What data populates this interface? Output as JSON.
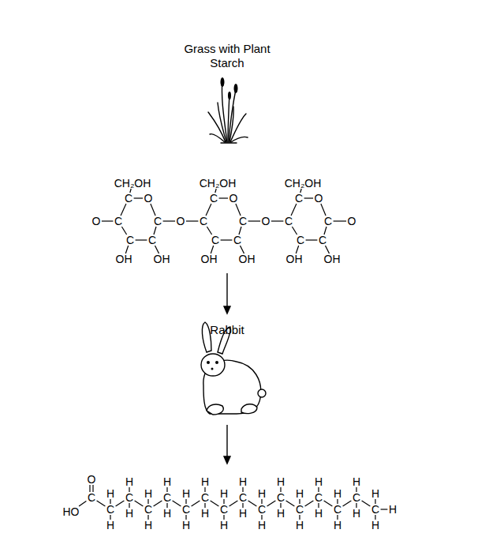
{
  "diagram": {
    "labels": [
      "Grass with Plant Starch",
      "Rabbit",
      "CH₂OH",
      "C",
      "O",
      "C",
      "C",
      "C",
      "C",
      "OH",
      "OH",
      "CH₂OH",
      "C",
      "O",
      "C",
      "C",
      "C",
      "C",
      "OH",
      "OH",
      "CH₂OH",
      "C",
      "O",
      "C",
      "C",
      "C",
      "C",
      "OH",
      "OH",
      "O",
      "O",
      "O",
      "O",
      "O",
      "HO",
      "C",
      "H",
      "C",
      "H",
      "H",
      "C",
      "H",
      "H",
      "C",
      "H",
      "H",
      "C",
      "H",
      "H",
      "C",
      "H",
      "H",
      "C",
      "H",
      "H",
      "C",
      "H",
      "H",
      "C",
      "H",
      "H",
      "C",
      "H",
      "H",
      "C",
      "H",
      "H",
      "C",
      "H",
      "H",
      "C",
      "H",
      "H",
      "C",
      "H",
      "H",
      "C",
      "H",
      "H",
      "C",
      "H",
      "H"
    ]
  }
}
